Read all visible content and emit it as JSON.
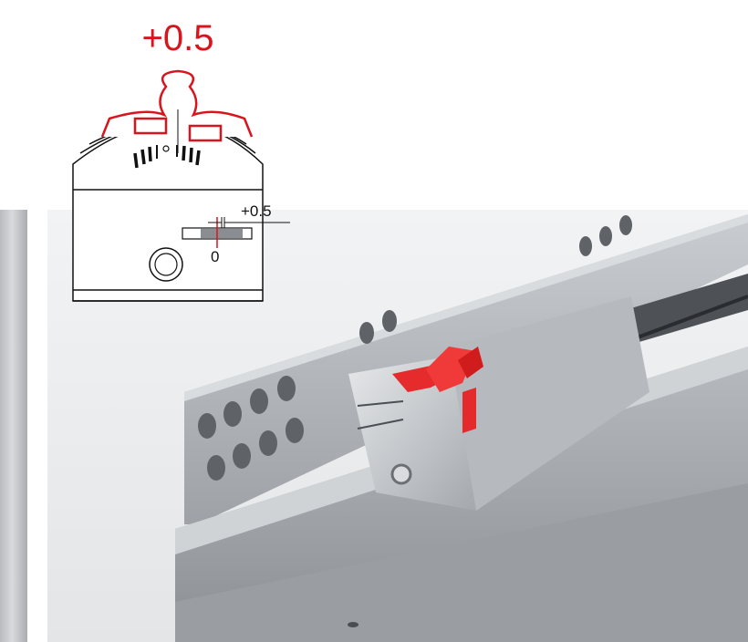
{
  "diagram": {
    "adjust_label": "+0.5",
    "scale_plus_label": "+0.5",
    "scale_zero_label": "0"
  },
  "colors": {
    "accent_red": "#d8141d",
    "metal_light": "#d3d6d9",
    "metal_mid": "#a9adb1",
    "metal_dark": "#7f8388",
    "background": "#ffffff"
  }
}
